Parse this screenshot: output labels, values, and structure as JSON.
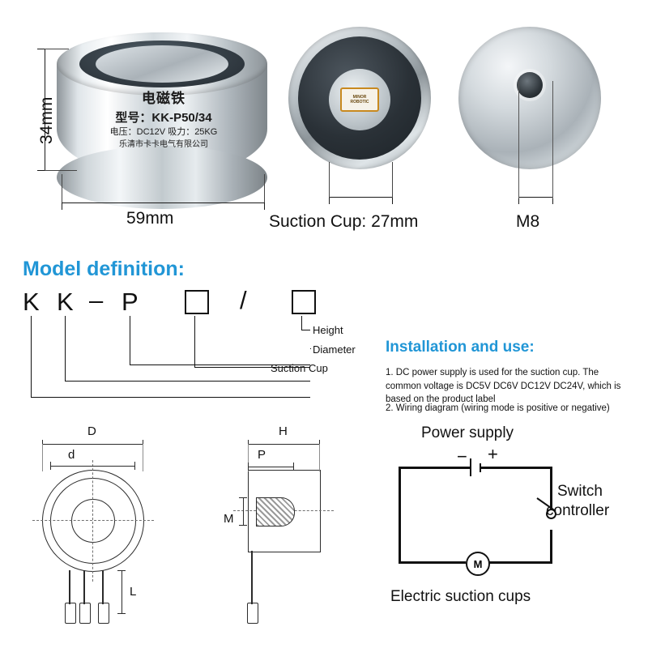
{
  "product": {
    "label_title": "电磁铁",
    "label_model_prefix": "型号：",
    "label_model": "KK-P50/34",
    "label_spec": "电压：DC12V 吸力：25KG",
    "label_company": "乐清市卡卡电气有限公司",
    "core_badge_line1": "MINOR",
    "core_badge_line2": "ROBOTIC"
  },
  "dimensions": {
    "height": "34mm",
    "diameter": "59mm",
    "suction_cup": "Suction Cup: 27mm",
    "thread": "M8"
  },
  "model_definition": {
    "title": "Model definition:",
    "chars": [
      "K",
      "K",
      "–",
      "P"
    ],
    "slash": "/",
    "callouts": [
      "Height",
      "Diameter",
      "Suction Cup"
    ]
  },
  "installation": {
    "title": "Installation and use:",
    "items": [
      "1. DC power supply is used for the suction cup. The common voltage is DC5V DC6V DC12V DC24V, which is based on the product label",
      "2. Wiring diagram (wiring mode is positive or negative)"
    ]
  },
  "circuit": {
    "power_supply": "Power supply",
    "minus": "−",
    "plus": "+",
    "switch_line1": "Switch",
    "switch_line2": "controller",
    "motor_symbol": "M",
    "caption": "Electric suction cups"
  },
  "drawings": {
    "front": {
      "D": "D",
      "d": "d"
    },
    "side": {
      "H": "H",
      "P": "P",
      "M": "M",
      "L": "L"
    }
  }
}
